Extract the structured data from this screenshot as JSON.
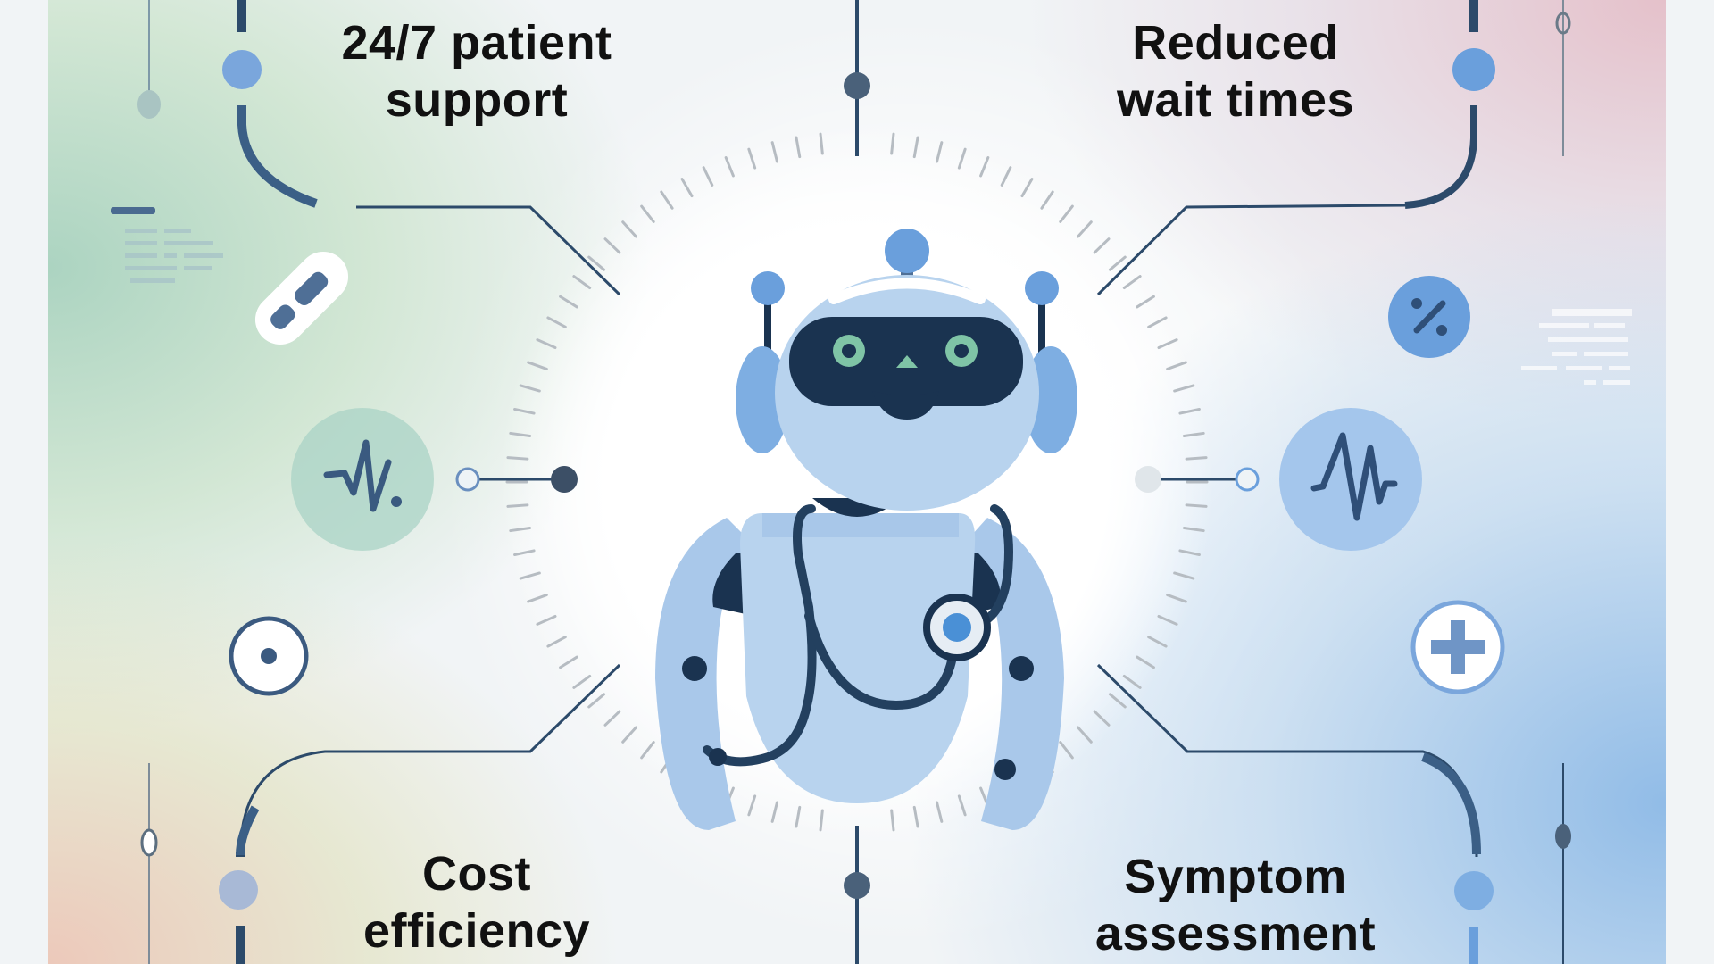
{
  "infographic": {
    "topic": "AI medical assistant robot benefits",
    "benefits": [
      {
        "position": "top-left",
        "line1": "24/7 patient",
        "line2": "support",
        "icon": "heartbeat-icon"
      },
      {
        "position": "top-right",
        "line1": "Reduced",
        "line2": "wait times",
        "icon": "percent-icon"
      },
      {
        "position": "bottom-left",
        "line1": "Cost",
        "line2": "efficiency",
        "icon": "target-icon"
      },
      {
        "position": "bottom-right",
        "line1": "Symptom",
        "line2": "assessment",
        "icon": "medical-cross-icon"
      }
    ],
    "center_figure": "robot-with-stethoscope",
    "colors": {
      "navy": "#1a3350",
      "robot_light": "#b8d3ee",
      "robot_mid": "#8fb8e6",
      "accent_blue": "#6a9fdc",
      "eye_green": "#7fc4a6",
      "tick_gray": "#b6bcc2"
    }
  }
}
